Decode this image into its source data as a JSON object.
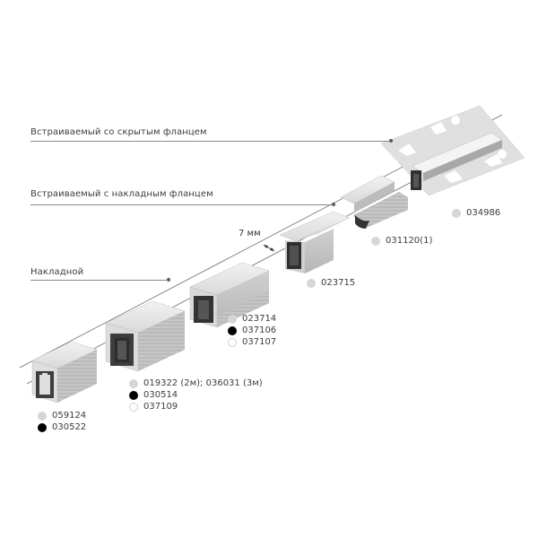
{
  "colors": {
    "silver": "#d6d6d6",
    "black": "#000000",
    "white": "#ffffff",
    "text": "#3c3c3c",
    "profile_light": "#e3e3e3",
    "profile_mid": "#c4c4c4",
    "profile_dark": "#3d3d3d"
  },
  "categories": [
    {
      "label": "Встраиваемый со скрытым фланцем"
    },
    {
      "label": "Встраиваемый с накладным фланцем"
    },
    {
      "label": "Накладной"
    }
  ],
  "dimension": {
    "label": "7 мм"
  },
  "profiles": [
    {
      "name": "profile-1",
      "variants": [
        {
          "color": "silver",
          "code": "059124"
        },
        {
          "color": "black",
          "code": "030522"
        }
      ]
    },
    {
      "name": "profile-2",
      "variants": [
        {
          "color": "silver",
          "code": "019322 (2м); 036031 (3м)"
        },
        {
          "color": "black",
          "code": "030514"
        },
        {
          "color": "white",
          "code": "037109"
        }
      ]
    },
    {
      "name": "profile-3",
      "variants": [
        {
          "color": "silver",
          "code": "023714"
        },
        {
          "color": "black",
          "code": "037106"
        },
        {
          "color": "white",
          "code": "037107"
        }
      ]
    },
    {
      "name": "profile-4",
      "variants": [
        {
          "color": "silver",
          "code": "023715"
        }
      ]
    },
    {
      "name": "profile-5",
      "variants": [
        {
          "color": "silver",
          "code": "031120(1)"
        }
      ]
    },
    {
      "name": "profile-6",
      "variants": [
        {
          "color": "silver",
          "code": "034986"
        }
      ]
    }
  ]
}
